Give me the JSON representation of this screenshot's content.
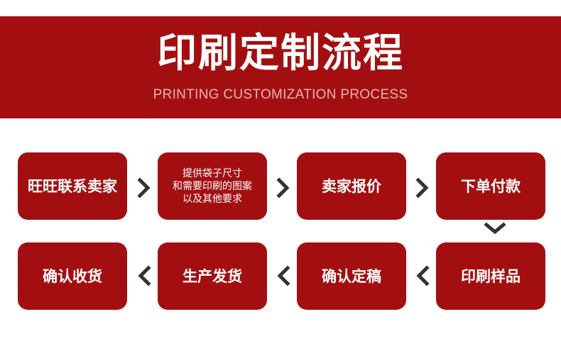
{
  "header": {
    "title": "印刷定制流程",
    "subtitle": "PRINTING CUSTOMIZATION PROCESS"
  },
  "steps": [
    {
      "label": "旺旺联系卖家"
    },
    {
      "label": "提供袋子尺寸\n和需要印刷的图案\n以及其他要求"
    },
    {
      "label": "卖家报价"
    },
    {
      "label": "下单付款"
    },
    {
      "label": "印刷样品"
    },
    {
      "label": "确认定稿"
    },
    {
      "label": "生产发货"
    },
    {
      "label": "确认收货"
    }
  ],
  "colors": {
    "accent": "#a30f11",
    "arrow": "#333333",
    "subtitle": "#e9b3b3"
  },
  "icons": {
    "arrow_right": "chevron-right-icon",
    "arrow_left": "chevron-left-icon",
    "arrow_down": "chevron-down-icon"
  }
}
